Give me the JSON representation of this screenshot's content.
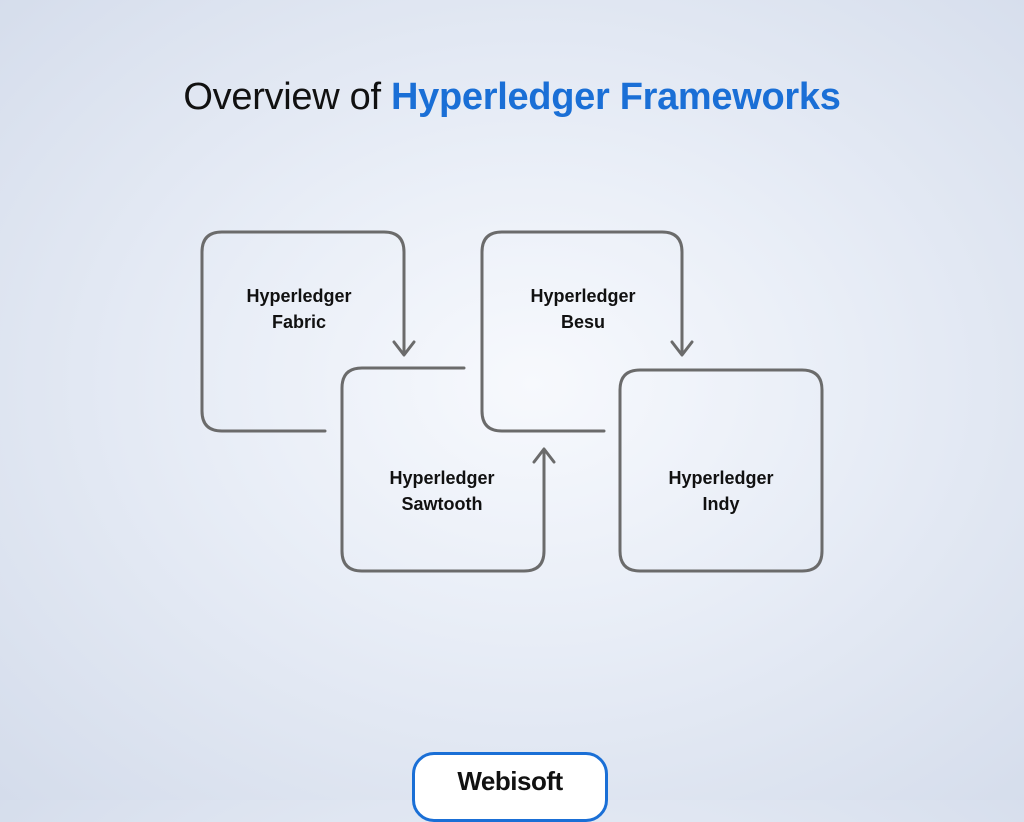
{
  "title": {
    "prefix": "Overview of ",
    "accent": "Hyperledger Frameworks"
  },
  "nodes": [
    {
      "line1": "Hyperledger",
      "line2": "Fabric"
    },
    {
      "line1": "Hyperledger",
      "line2": "Besu"
    },
    {
      "line1": "Hyperledger",
      "line2": "Sawtooth"
    },
    {
      "line1": "Hyperledger",
      "line2": "Indy"
    }
  ],
  "flow": [
    {
      "from": "Hyperledger Fabric",
      "to": "Hyperledger Sawtooth"
    },
    {
      "from": "Hyperledger Sawtooth",
      "to": "Hyperledger Besu"
    },
    {
      "from": "Hyperledger Besu",
      "to": "Hyperledger Indy"
    }
  ],
  "brand": {
    "name": "Webisoft"
  },
  "colors": {
    "accent": "#1a6fd6",
    "stroke": "#6b6b6b",
    "text": "#111111"
  }
}
